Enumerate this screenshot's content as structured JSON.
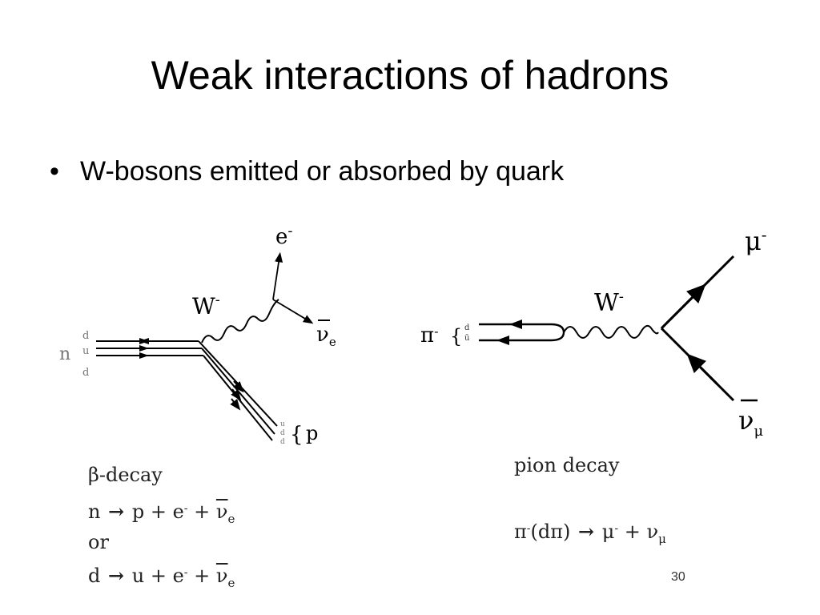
{
  "slide": {
    "title": "Weak interactions of hadrons",
    "bullet": "W-bosons emitted or absorbed by quark",
    "page_number": "30"
  },
  "beta_diagram": {
    "neutron": "n",
    "quarks_in": [
      "d",
      "u",
      "d"
    ],
    "quarks_out": [
      "u",
      "d",
      "d"
    ],
    "boson": "W",
    "boson_charge": "-",
    "electron": "e",
    "electron_charge": "-",
    "antineutrino": "ν",
    "antineutrino_sub": "e",
    "proton": "p"
  },
  "pion_diagram": {
    "pion": "π",
    "pion_charge": "-",
    "quarks": [
      "d",
      "ū"
    ],
    "boson": "W",
    "boson_charge": "-",
    "muon": "μ",
    "muon_charge": "-",
    "antineutrino": "ν",
    "antineutrino_sub": "μ"
  },
  "beta_equations": {
    "label_symbol": "β",
    "label_rest": "-decay",
    "eq1_lhs": "n",
    "eq1_rhs": "p + e",
    "eq1_charge": "-",
    "eq1_plus": "+",
    "nu": "ν",
    "nu_sub": "e",
    "or": "or",
    "eq2_lhs": "d",
    "eq2_rhs": "u + e",
    "eq2_charge": "-",
    "eq2_plus": "+"
  },
  "pion_equations": {
    "label": "pion decay",
    "lhs": "π",
    "lhs_charge": "-",
    "lhs_paren": "(dπ)",
    "rhs_mu": "μ",
    "rhs_charge": "-",
    "rhs_plus": "+",
    "nu": "ν",
    "nu_sub": "μ"
  }
}
